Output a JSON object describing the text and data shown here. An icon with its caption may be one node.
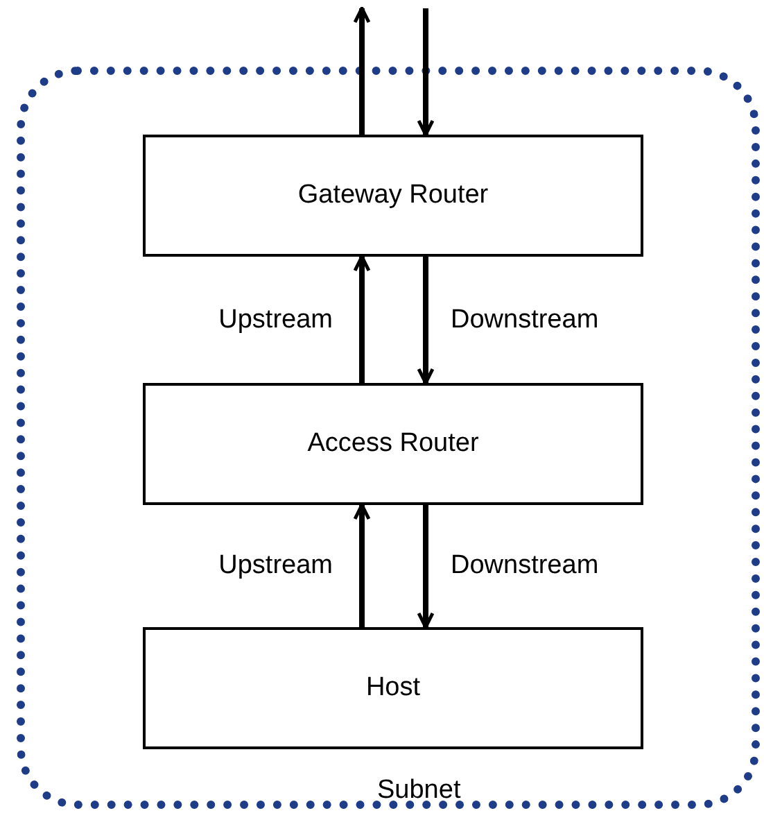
{
  "diagram": {
    "nodes": [
      {
        "text": [
          "Subnet"
        ]
      },
      {
        "text": [
          "Gateway Router"
        ],
        "in": 0
      },
      {
        "text": [
          "Access Router"
        ],
        "in": 0
      },
      {
        "text": [
          "Host"
        ],
        "in": 0
      }
    ],
    "edges": [
      {
        "from": 1,
        "to": null,
        "arrow": "to"
      },
      {
        "from": null,
        "to": 1,
        "arrow": "to"
      },
      {
        "from": 2,
        "to": 1,
        "arrow": "to",
        "label": "Upstream"
      },
      {
        "from": 1,
        "to": 2,
        "arrow": "to",
        "label": "Downstream"
      },
      {
        "from": 3,
        "to": 2,
        "arrow": "to",
        "label": "Upstream"
      },
      {
        "from": 2,
        "to": 3,
        "arrow": "to",
        "label": "Downstream"
      }
    ]
  }
}
